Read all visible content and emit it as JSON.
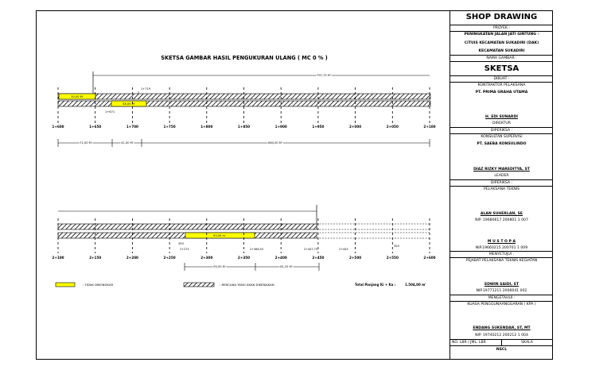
{
  "drawing_title": "SKETSA GAMBAR HASIL PENGUKURAN ULANG ( MC 0 % )",
  "section1": {
    "stations": [
      "1+600",
      "1+650",
      "1+700",
      "1+750",
      "1+800",
      "1+850",
      "1+900",
      "1+950",
      "2+000",
      "2+050",
      "2+100"
    ],
    "yellow1_label": "50,00 M'",
    "yellow2_label": "48,00 M'",
    "sta_1719": "1+719",
    "sta_1671": "1+671",
    "dim_top": "797,75 M'",
    "dim_a": "71,00 M'",
    "dim_b": "41,00 M'",
    "dim_c": "664,00 M'"
  },
  "section2": {
    "stations": [
      "2+100",
      "2+150",
      "2+200",
      "2+250",
      "2+300",
      "2+350",
      "2+400",
      "2+450",
      "2+500",
      "2+550",
      "2+600"
    ],
    "yellow_label": "93,50 m'",
    "sta_350a": "350",
    "sta_2273": "2+273",
    "sta_2366": "2+366,50",
    "sta_2447": "2+447,75",
    "sta_2443": "2+443",
    "sta_350b": "350",
    "dim_a": "93,50 M'",
    "dim_b": "81,25 M'"
  },
  "legend": {
    "yellow": ": TIDAK DIBONGKAR",
    "hatch": ": RENCANA YANG AKAN DIKERJAKAN",
    "total_label": "Total Panjang Ki + Ka :",
    "total_value": "1.504,00   m'"
  },
  "title_block": {
    "title": "SHOP DRAWING",
    "proyek_label": "PROYEK :",
    "proyek_1": "PENINGKATAN JALAN  JATI GINTUNG -",
    "proyek_2": "CITUIS KECAMATAN SUKADIRI (DAK)",
    "proyek_3": "KECAMATAN SUKADIRI",
    "nama_gambar_label": "NAMA GAMBAR :",
    "nama_gambar": "SKETSA",
    "dibuat_label": "DIBUAT :",
    "kontraktor_label": "KONTRAKTOR PELAKSANA",
    "kontraktor": "PT. PRIMA GRAHA UTAMA",
    "direktur_name": "H. EDI SUNARDI",
    "direktur_role": "DIREKTUR",
    "diperiksa1_label": "DIPERIKSA :",
    "konsultan_label": "KONSULTAN SUPERVISI",
    "konsultan": "PT. SAEBA KONSULINDO",
    "leader_name": "DIAZ RIZKY MAREDITYA, ST",
    "leader_role": "LEADER",
    "diperiksa2_label": "DIPERIKSA :",
    "pelaksana_label": "PELAKSANA TEKNIS",
    "alan_name": "ALAN SUHERLAN, SE",
    "alan_nip": "NIP. 19680617 200801 1 007",
    "mustopa_name": "M U S T O P A",
    "mustopa_nip": "NIP.19660215 200701 1 009",
    "menyetujui_label": "MENYETUJUI :",
    "pptk_label": "PEJABAT PELAKSANA TEKNIS KEGIATAN",
    "edwin_name": "EDWIN SAIDI, ST",
    "edwin_nip": "NIP.19771211 2006041 002",
    "mengetahui_label": "MENGETAHUI :",
    "kpa_label": "KUASA PENGGUNAANGGARAN ( KPA )",
    "endang_name": "ENDANG SUKENDAR, ST, MT",
    "endang_nip": "NIP. 19740212 200212 1 004",
    "no_lbr": "NO. LBR / JML. LBR",
    "skala": "SKALA",
    "nscl": "NSCL"
  },
  "colors": {
    "yellow": "#ffff00",
    "line": "#000000"
  }
}
